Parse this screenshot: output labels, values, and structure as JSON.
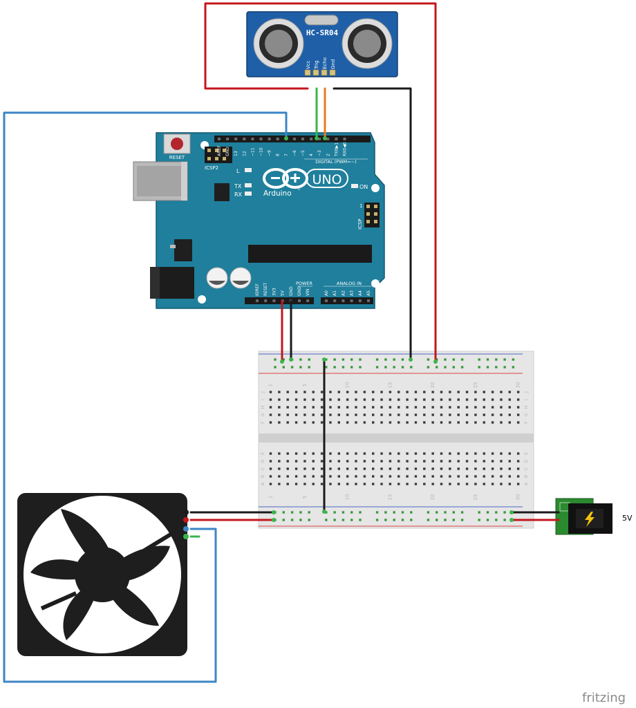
{
  "sensor": {
    "label": "HC-SR04",
    "pins": [
      "Vcc",
      "Trig",
      "Echo",
      "Gnd"
    ]
  },
  "arduino": {
    "reset_label": "RESET",
    "icsp2_label": "ICSP2",
    "icsp_label": "ICSP",
    "icsp_pin1": "1",
    "brand": "Arduino",
    "tm": "™",
    "model": "UNO",
    "led_l": "L",
    "led_tx": "TX",
    "led_rx": "RX",
    "led_on": "ON",
    "digital_label": "DIGITAL (PWM=~)",
    "power_label": "POWER",
    "analog_label": "ANALOG IN",
    "digital_pins": [
      "AREF",
      "GND",
      "13",
      "12",
      "~11",
      "~10",
      "~9",
      "8",
      "7",
      "~6",
      "~5",
      "4",
      "~3",
      "2",
      "TX0▶1",
      "RX0◀0"
    ],
    "power_pins": [
      "IOREF",
      "RESET",
      "3V3",
      "5V",
      "GND",
      "GND",
      "VIN"
    ],
    "analog_pins": [
      "A0",
      "A1",
      "A2",
      "A3",
      "A4",
      "A5"
    ]
  },
  "breadboard": {
    "column_numbers": [
      "1",
      "5",
      "10",
      "15",
      "20",
      "25",
      "30"
    ],
    "row_letters_top": [
      "J",
      "I",
      "H",
      "G",
      "F"
    ],
    "row_letters_bottom": [
      "E",
      "D",
      "C",
      "B",
      "A"
    ]
  },
  "power_jack": {
    "voltage_label": "5V"
  },
  "footer": {
    "watermark": "fritzing"
  },
  "colors": {
    "wire_red": "#c4161c",
    "wire_black": "#1a1a1a",
    "wire_blue": "#3d85c6",
    "wire_green": "#39b54a",
    "wire_orange": "#e8791f",
    "board_teal": "#1f7f9c",
    "sensor_blue": "#1e5fa8"
  }
}
